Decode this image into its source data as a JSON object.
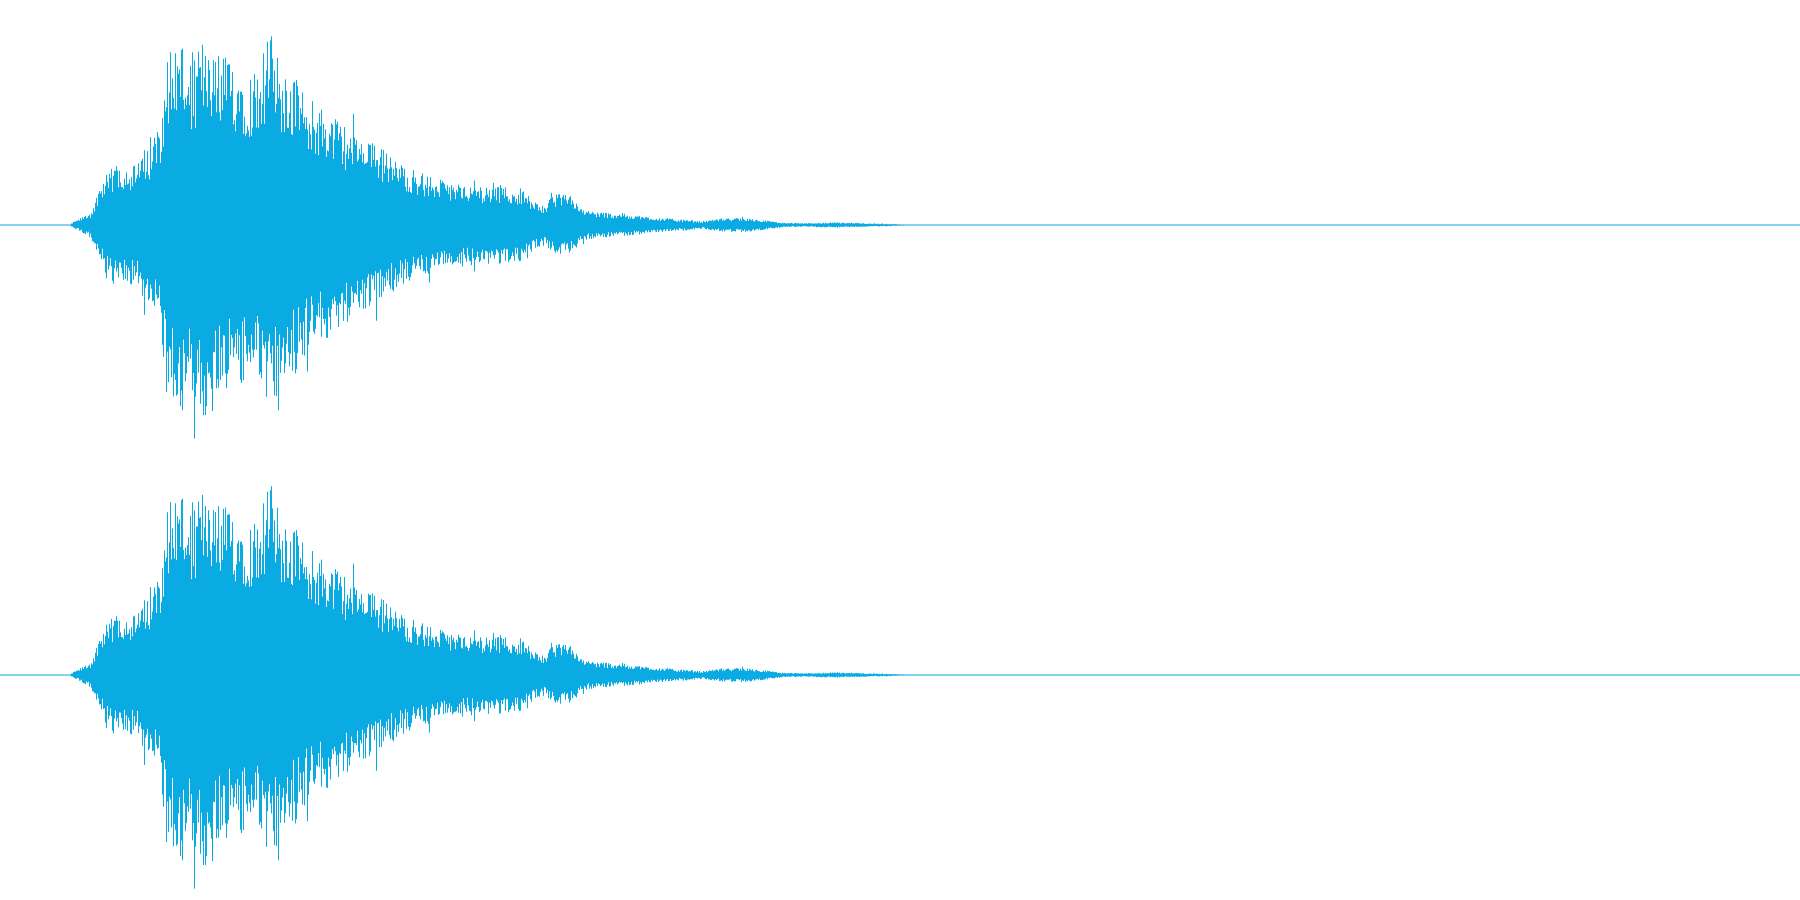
{
  "waveform": {
    "color": "#0aaae2",
    "channels": [
      {
        "id": "left"
      },
      {
        "id": "right"
      }
    ],
    "amplitude_envelope": [
      [
        0.0,
        0.0
      ],
      [
        0.038,
        0.0
      ],
      [
        0.042,
        0.02
      ],
      [
        0.05,
        0.06
      ],
      [
        0.058,
        0.22
      ],
      [
        0.065,
        0.3
      ],
      [
        0.075,
        0.28
      ],
      [
        0.08,
        0.35
      ],
      [
        0.088,
        0.45
      ],
      [
        0.092,
        0.78
      ],
      [
        0.095,
        0.85
      ],
      [
        0.1,
        0.88
      ],
      [
        0.105,
        0.8
      ],
      [
        0.11,
        0.82
      ],
      [
        0.115,
        0.95
      ],
      [
        0.12,
        0.8
      ],
      [
        0.13,
        0.78
      ],
      [
        0.14,
        0.72
      ],
      [
        0.15,
        0.9
      ],
      [
        0.155,
        0.78
      ],
      [
        0.16,
        0.75
      ],
      [
        0.17,
        0.6
      ],
      [
        0.18,
        0.55
      ],
      [
        0.19,
        0.48
      ],
      [
        0.2,
        0.4
      ],
      [
        0.21,
        0.38
      ],
      [
        0.22,
        0.3
      ],
      [
        0.23,
        0.26
      ],
      [
        0.24,
        0.22
      ],
      [
        0.25,
        0.2
      ],
      [
        0.26,
        0.19
      ],
      [
        0.27,
        0.18
      ],
      [
        0.28,
        0.19
      ],
      [
        0.29,
        0.16
      ],
      [
        0.296,
        0.12
      ],
      [
        0.302,
        0.1
      ],
      [
        0.308,
        0.14
      ],
      [
        0.312,
        0.15
      ],
      [
        0.318,
        0.13
      ],
      [
        0.325,
        0.07
      ],
      [
        0.335,
        0.06
      ],
      [
        0.35,
        0.05
      ],
      [
        0.365,
        0.035
      ],
      [
        0.38,
        0.025
      ],
      [
        0.39,
        0.018
      ],
      [
        0.4,
        0.03
      ],
      [
        0.412,
        0.034
      ],
      [
        0.425,
        0.022
      ],
      [
        0.435,
        0.01
      ],
      [
        0.445,
        0.008
      ],
      [
        0.46,
        0.012
      ],
      [
        0.475,
        0.01
      ],
      [
        0.49,
        0.006
      ],
      [
        0.505,
        0.002
      ],
      [
        0.51,
        0.0
      ],
      [
        1.0,
        0.0
      ]
    ]
  }
}
